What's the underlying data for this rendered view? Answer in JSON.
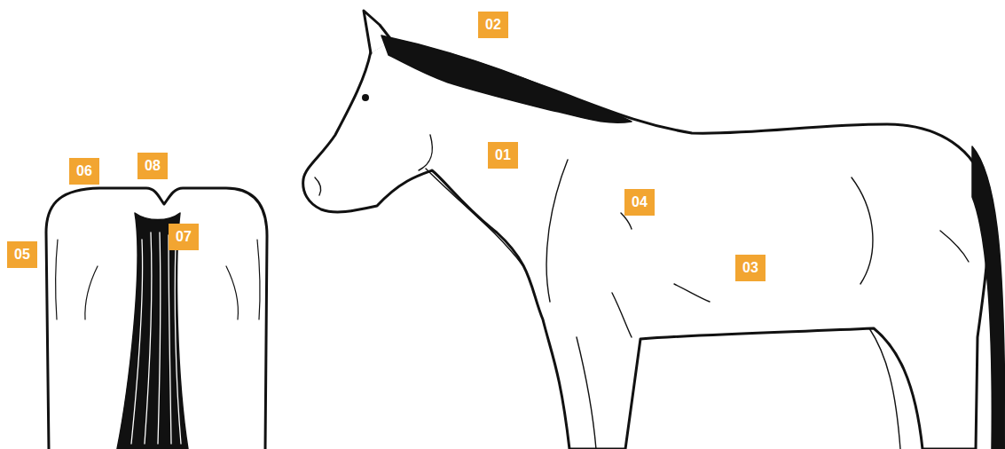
{
  "diagram": {
    "labels": [
      "01",
      "02",
      "03",
      "04",
      "05",
      "06",
      "07",
      "08"
    ]
  }
}
